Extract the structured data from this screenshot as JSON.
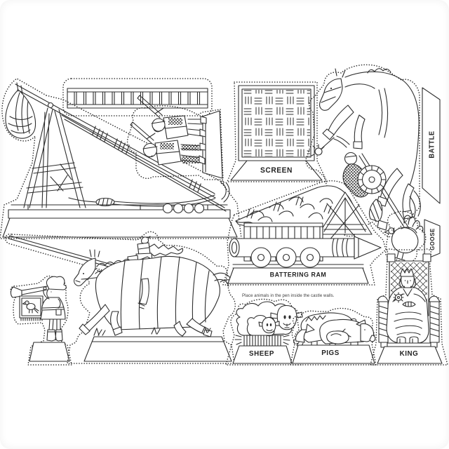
{
  "page": {
    "caption": "Place animals in the pen inside the castle walls.",
    "ink_color": "#2e2e2e",
    "background_color": "#ffffff"
  },
  "labels": {
    "screen": "SCREEN",
    "battering_ram": "BATTERING RAM",
    "battle": "BATTLE",
    "goose": "GOOSE",
    "sheep": "SHEEP",
    "pigs": "PIGS",
    "king": "KING"
  }
}
